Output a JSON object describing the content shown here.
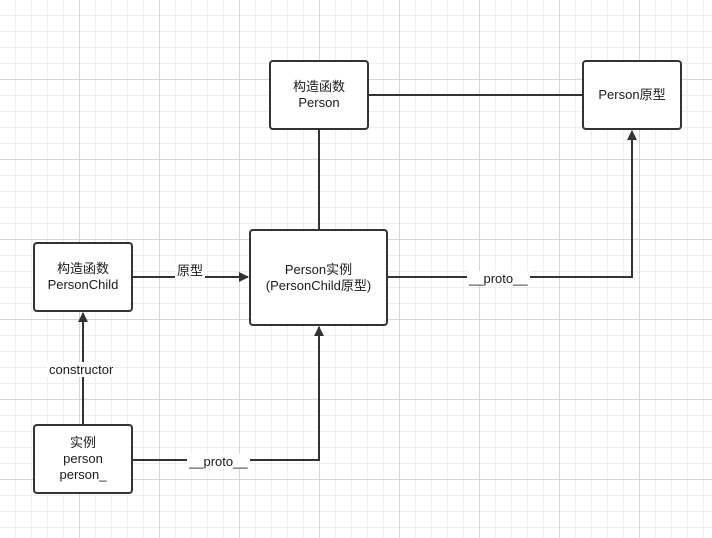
{
  "diagram": {
    "nodes": {
      "constructor_person": {
        "line1": "构造函数",
        "line2": "Person"
      },
      "person_prototype": {
        "line1": "Person原型"
      },
      "constructor_personchild": {
        "line1": "构造函数",
        "line2": "PersonChild"
      },
      "person_instance": {
        "line1": "Person实例",
        "line2": "(PersonChild原型)"
      },
      "instance": {
        "line1": "实例",
        "line2": "person",
        "line3": "person_"
      }
    },
    "edges": {
      "personchild_to_instance_label": "原型",
      "instance_to_prototype_label": "__proto__",
      "instance_to_personchild_label": "constructor",
      "person_to_instance_label": "__proto__"
    },
    "colors": {
      "stroke": "#333333",
      "node_fill": "#ffffff",
      "text": "#1a1a1a"
    }
  }
}
